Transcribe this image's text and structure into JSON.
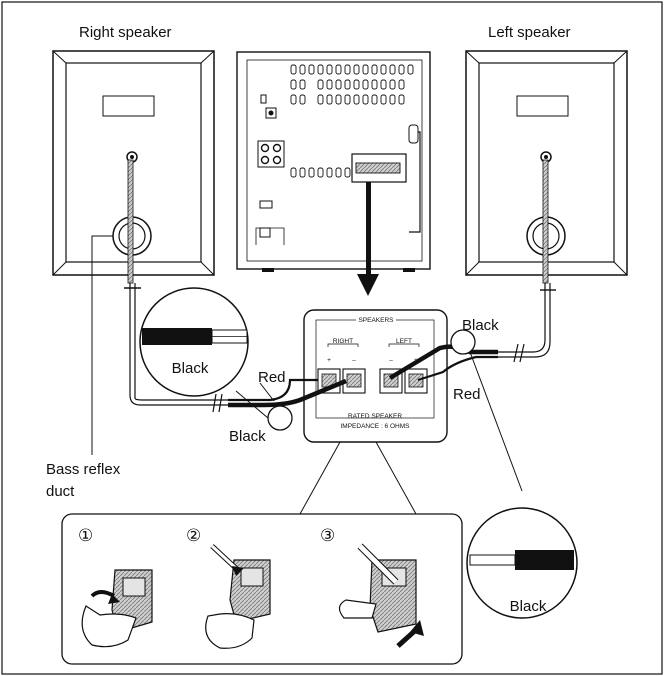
{
  "labels": {
    "right_speaker": "Right speaker",
    "left_speaker": "Left speaker",
    "black_right_zoom": "Black",
    "red_right": "Red",
    "black_right": "Black",
    "black_left": "Black",
    "red_left": "Red",
    "black_left_zoom": "Black",
    "bass_reflex_line1": "Bass reflex",
    "bass_reflex_line2": "duct"
  },
  "terminal_panel": {
    "title": "SPEAKERS",
    "right": "RIGHT",
    "left": "LEFT",
    "plus": "+",
    "minus": "–",
    "rated_line1": "RATED SPEAKER",
    "rated_line2": "IMPEDANCE : 6 OHMS"
  },
  "steps": [
    "①",
    "②",
    "③"
  ],
  "colors": {
    "ink": "#111111",
    "paper": "#ffffff",
    "shade": "#bdbdbd"
  }
}
